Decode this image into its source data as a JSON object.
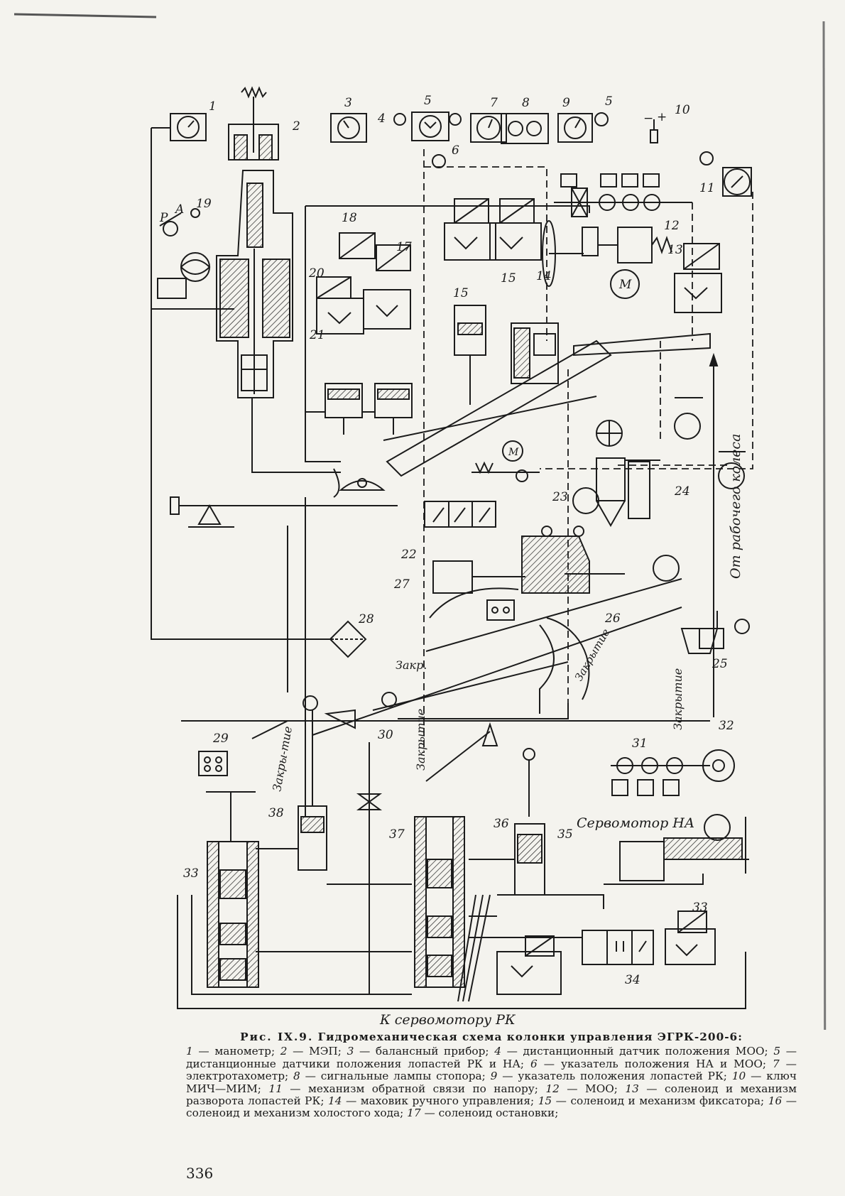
{
  "figure": {
    "numbers": [
      "1",
      "2",
      "3",
      "4",
      "5",
      "5",
      "6",
      "7",
      "8",
      "9",
      "10",
      "11",
      "12",
      "13",
      "14",
      "15",
      "15",
      "16",
      "17",
      "18",
      "19",
      "20",
      "21",
      "22",
      "23",
      "24",
      "25",
      "26",
      "27",
      "28",
      "29",
      "30",
      "31",
      "32",
      "33",
      "33",
      "34",
      "35",
      "36",
      "37",
      "38"
    ],
    "point_labels": {
      "p": "P",
      "a": "A"
    },
    "terminals": {
      "minus": "−",
      "plus": "+"
    },
    "motor_letter": "M",
    "texts": {
      "servo_na": "Сервомотор НА",
      "to_servo_rk": "К сервомотору РК",
      "from_wheel": "От рабочего колеса",
      "closing": "Закрытие",
      "closing_split": "Закры-тие",
      "closing_short": "Закр."
    }
  },
  "caption": {
    "label": "Рис. IX.9.",
    "title": "Гидромеханическая схема колонки управления ЭГРК-200-6:",
    "legend": [
      {
        "num": "1",
        "text": "манометр"
      },
      {
        "num": "2",
        "text": "МЭП"
      },
      {
        "num": "3",
        "text": "балансный прибор"
      },
      {
        "num": "4",
        "text": "дистанционный датчик положения МОО"
      },
      {
        "num": "5",
        "text": "дистанционные датчики положения лопастей РК и НА"
      },
      {
        "num": "6",
        "text": "указатель положения НА и МОО"
      },
      {
        "num": "7",
        "text": "электротахометр"
      },
      {
        "num": "8",
        "text": "сигнальные лампы стопора"
      },
      {
        "num": "9",
        "text": "указатель положения лопастей РК"
      },
      {
        "num": "10",
        "text": "ключ МИЧ—МИМ"
      },
      {
        "num": "11",
        "text": "механизм обратной связи по напору"
      },
      {
        "num": "12",
        "text": "МОО"
      },
      {
        "num": "13",
        "text": "соленоид и механизм разворота лопастей РК"
      },
      {
        "num": "14",
        "text": "маховик ручного управления"
      },
      {
        "num": "15",
        "text": "соленоид и механизм фиксатора"
      },
      {
        "num": "16",
        "text": "соленоид и механизм холостого хода"
      },
      {
        "num": "17",
        "text": "соленоид остановки"
      }
    ]
  },
  "page_number": "336"
}
